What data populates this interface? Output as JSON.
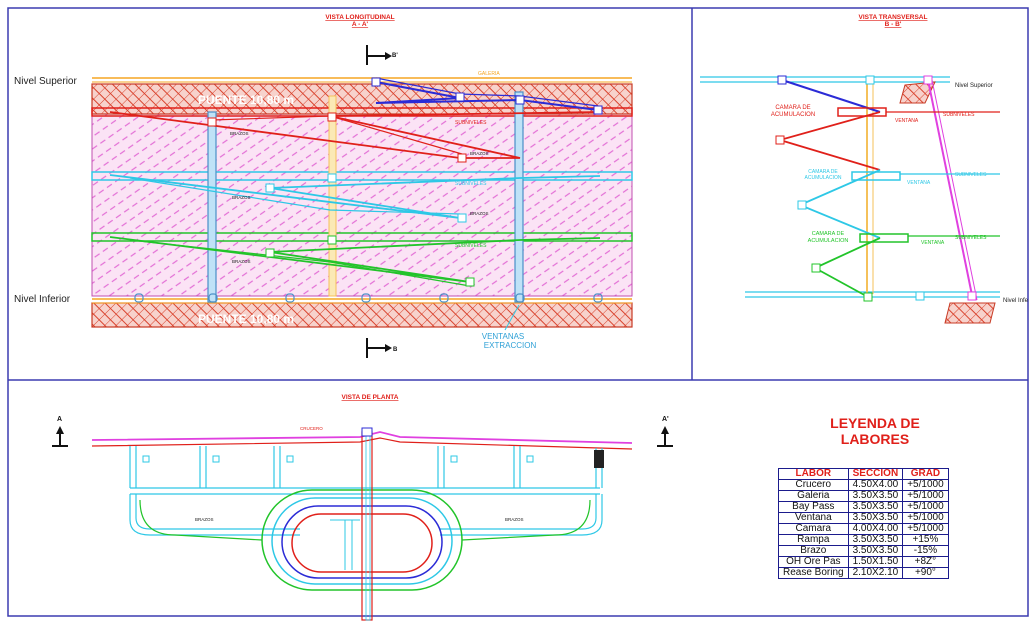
{
  "views": {
    "longitudinal": {
      "title": "VISTA LONGITUDINAL",
      "section": "A - A'"
    },
    "transversal": {
      "title": "VISTA TRANSVERSAL",
      "section": "B - B'"
    },
    "plan": {
      "title": "VISTA DE PLANTA"
    }
  },
  "levels": {
    "upper": "Nivel Superior",
    "lower": "Nivel Inferior",
    "lower_short": "Nivel Infe"
  },
  "labels": {
    "puente": "PUENTE 10,80 m",
    "galeria": "GALERIA",
    "subniveles": "SUBNIVELES",
    "brazos": "BRAZOS",
    "ventana": "VENTANA",
    "ventanas_extraccion_1": "VENTANAS",
    "ventanas_extraccion_2": "EXTRACCION",
    "camara_1": "CAMARA DE",
    "camara_2": "ACUMULACION",
    "crucero": "CRUCERO",
    "cut_b": "B'",
    "cut_b2": "B",
    "cut_a": "A",
    "cut_a2": "A'"
  },
  "legend": {
    "title_1": "LEYENDA DE",
    "title_2": "LABORES",
    "headers": [
      "LABOR",
      "SECCION",
      "GRAD"
    ],
    "rows": [
      [
        "Crucero",
        "4.50X4.00",
        "+5/1000"
      ],
      [
        "Galeria",
        "3.50X3.50",
        "+5/1000"
      ],
      [
        "Bay Pass",
        "3.50X3.50",
        "+5/1000"
      ],
      [
        "Ventana",
        "3.50X3.50",
        "+5/1000"
      ],
      [
        "Camara",
        "4.00X4.00",
        "+5/1000"
      ],
      [
        "Rampa",
        "3.50X3.50",
        "+15%"
      ],
      [
        "Brazo",
        "3.50X3.50",
        "-15%"
      ],
      [
        "OH Ore Pas",
        "1.50X1.50",
        "+8Z°"
      ],
      [
        "Rease Boring",
        "2.10X2.10",
        "+90°"
      ]
    ]
  },
  "colors": {
    "frame": "#3b3bb0",
    "red": "#e0201a",
    "blue": "#2b2bd6",
    "cyan": "#2ec8e6",
    "green": "#22c42a",
    "magenta": "#e040e0",
    "orange": "#f5a623",
    "steel": "#4a90c8"
  }
}
